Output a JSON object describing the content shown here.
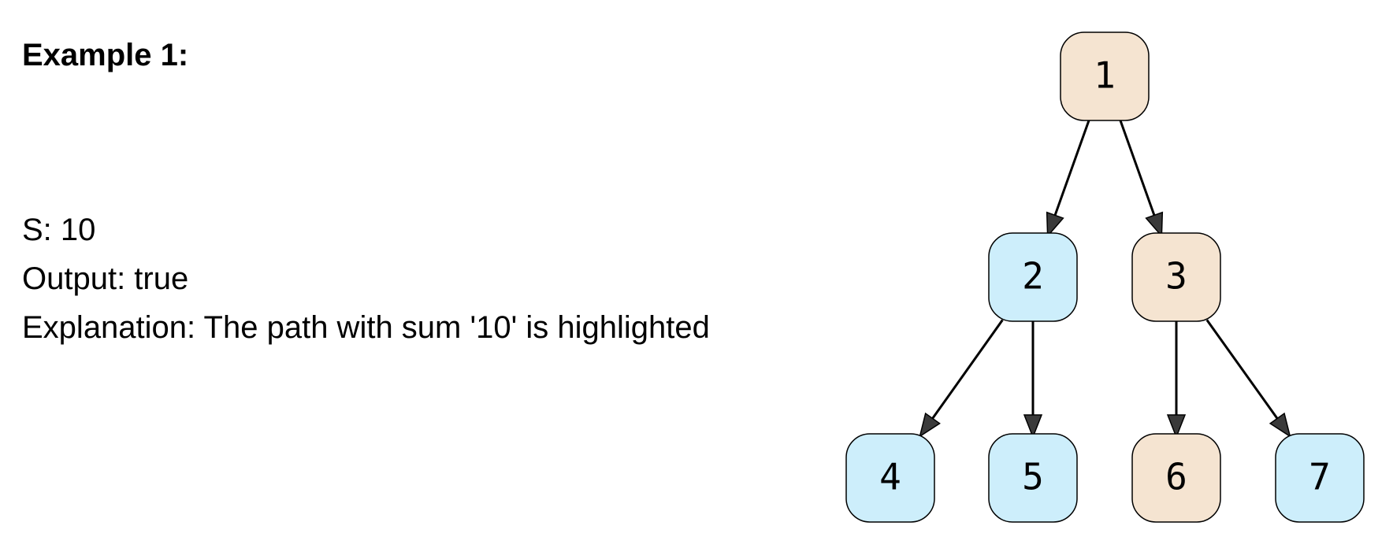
{
  "example": {
    "title": "Example 1:"
  },
  "problem": {
    "sum_line": "S: 10",
    "output_line": "Output: true",
    "explanation_line": "Explanation: The path with sum '10' is highlighted"
  },
  "tree": {
    "colors": {
      "highlighted": "#f5e4d1",
      "normal": "#cdeefb",
      "border": "#000000",
      "arrow": "#3a3a3a"
    },
    "nodes": [
      {
        "id": "n1",
        "label": "1",
        "highlighted": true
      },
      {
        "id": "n2",
        "label": "2",
        "highlighted": false
      },
      {
        "id": "n3",
        "label": "3",
        "highlighted": true
      },
      {
        "id": "n4",
        "label": "4",
        "highlighted": false
      },
      {
        "id": "n5",
        "label": "5",
        "highlighted": false
      },
      {
        "id": "n6",
        "label": "6",
        "highlighted": true
      },
      {
        "id": "n7",
        "label": "7",
        "highlighted": false
      }
    ],
    "edges": [
      {
        "from": "n1",
        "to": "n2"
      },
      {
        "from": "n1",
        "to": "n3"
      },
      {
        "from": "n2",
        "to": "n4"
      },
      {
        "from": "n2",
        "to": "n5"
      },
      {
        "from": "n3",
        "to": "n6"
      },
      {
        "from": "n3",
        "to": "n7"
      }
    ]
  }
}
